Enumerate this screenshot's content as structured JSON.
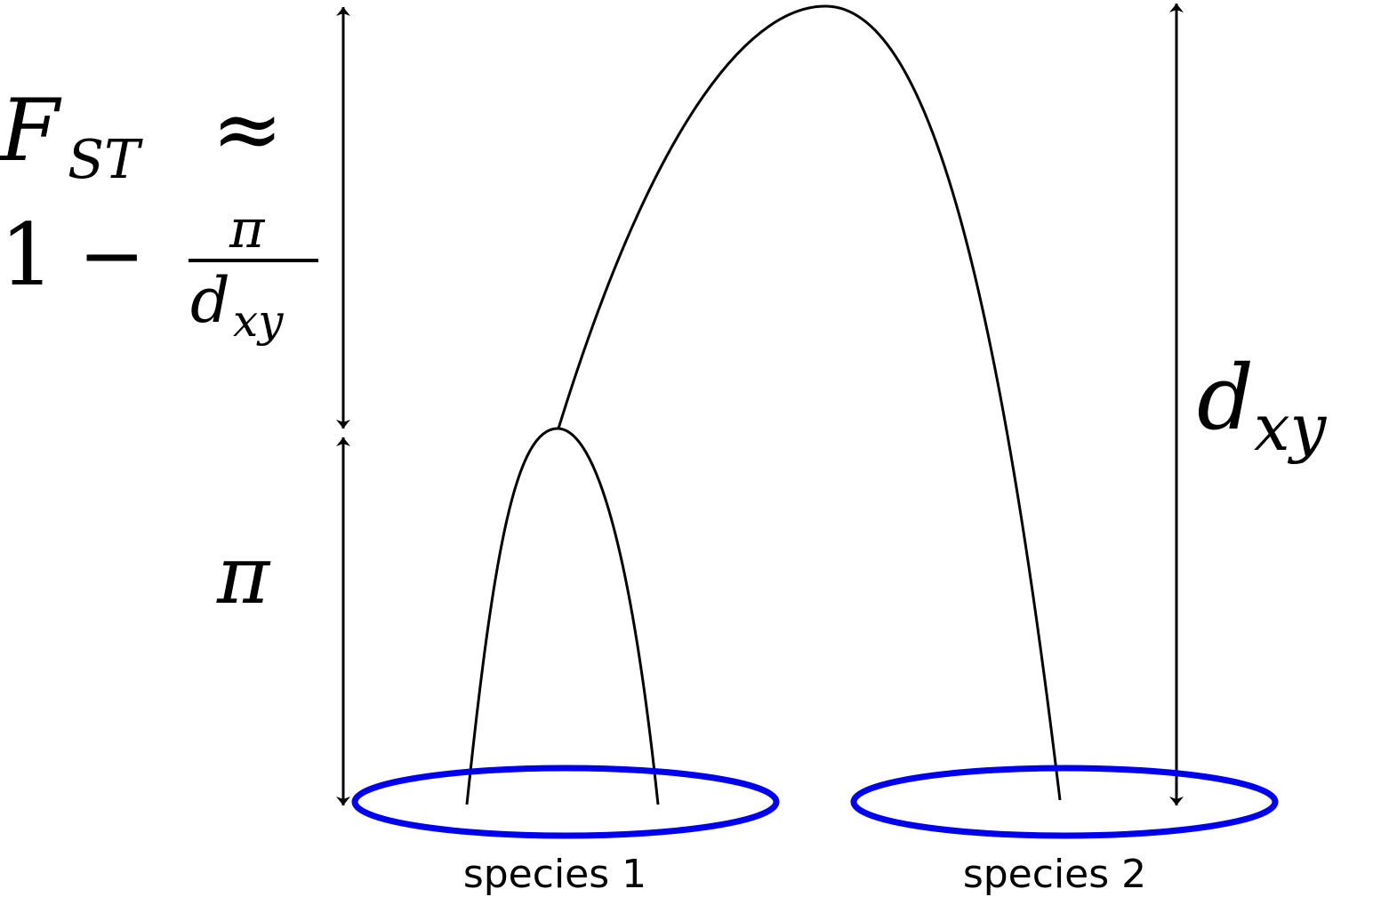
{
  "formula": {
    "lhs": "F",
    "lhs_sub": "ST",
    "approx": "≈",
    "one": "1",
    "minus": "−",
    "numerator": "π",
    "denominator": "d",
    "denominator_sub": "xy"
  },
  "pi_label": "π",
  "dxy_label": {
    "main": "d",
    "sub": "xy"
  },
  "species": [
    {
      "label": "species 1"
    },
    {
      "label": "species 2"
    }
  ],
  "colors": {
    "population_ellipse": "#0000ee",
    "lines": "#000000"
  }
}
